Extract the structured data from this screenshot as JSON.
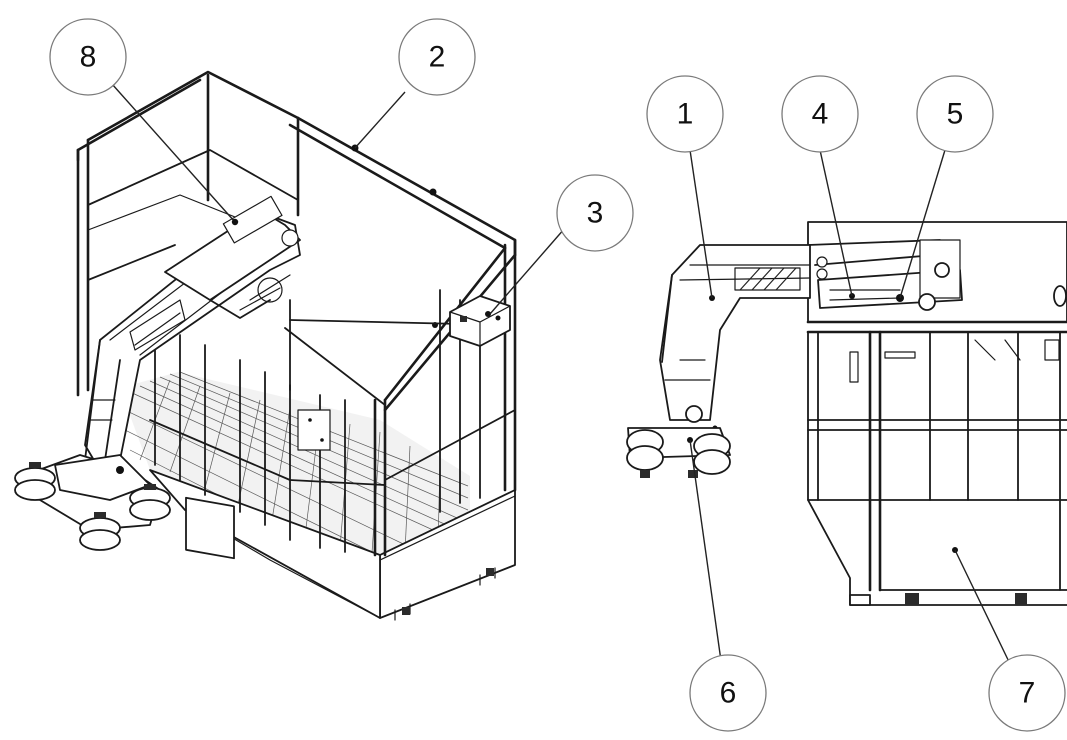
{
  "figure": {
    "views": [
      {
        "id": "iso-view",
        "type": "isometric platform basket with mounting arm"
      },
      {
        "id": "side-view",
        "type": "side view of platform basket with mounting arm"
      }
    ],
    "callouts": [
      {
        "id": "c1",
        "label": "1"
      },
      {
        "id": "c2",
        "label": "2"
      },
      {
        "id": "c3",
        "label": "3"
      },
      {
        "id": "c4",
        "label": "4"
      },
      {
        "id": "c5",
        "label": "5"
      },
      {
        "id": "c6",
        "label": "6"
      },
      {
        "id": "c7",
        "label": "7"
      },
      {
        "id": "c8",
        "label": "8"
      }
    ]
  },
  "colors": {
    "line": "#1a1a1a",
    "callout_border": "#7a7a7a",
    "background": "#ffffff"
  }
}
